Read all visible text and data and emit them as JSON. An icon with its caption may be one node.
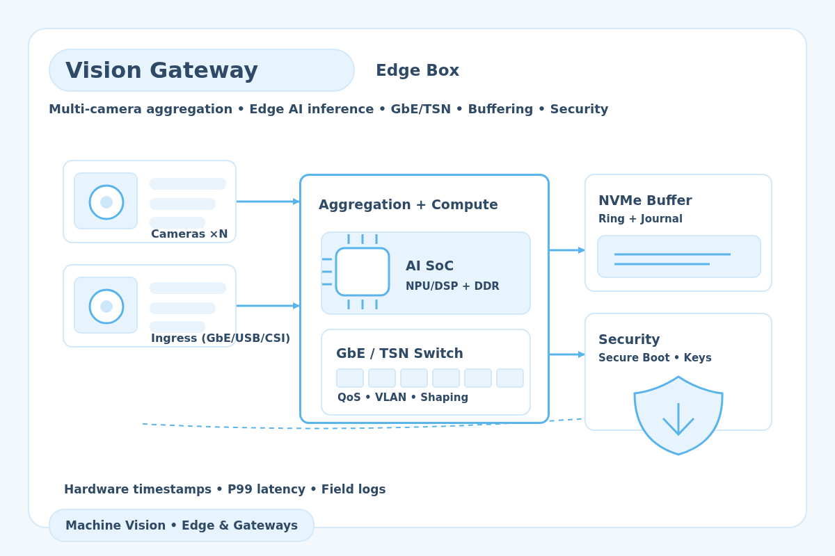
{
  "diagram": {
    "title": "Vision Gateway",
    "nodes": [
      {
        "text": [
          "Cameras ×N"
        ]
      },
      {
        "text": [
          "Ingress (GbE/USB/CSI)"
        ]
      },
      {
        "text": [
          "Aggregation + Compute"
        ]
      },
      {
        "text": [
          "AI SoC",
          "NPU/DSP + DDR"
        ],
        "in": 2
      },
      {
        "text": [
          "GbE / TSN Switch",
          "QoS • VLAN • Shaping"
        ],
        "in": 2
      },
      {
        "text": [
          "NVMe Buffer",
          "Ring + Journal"
        ]
      },
      {
        "text": [
          "Security",
          "Secure Boot • Keys"
        ]
      }
    ],
    "edges": [
      {
        "from": 0,
        "to": 2,
        "arrow": "to"
      },
      {
        "from": 1,
        "to": 2,
        "arrow": "to"
      },
      {
        "from": 2,
        "to": 5,
        "arrow": "to"
      },
      {
        "from": 2,
        "to": 6,
        "arrow": "to"
      }
    ],
    "labels": [
      "Edge Box",
      "Multi-camera aggregation • Edge AI inference • GbE/TSN • Buffering • Security",
      "Hardware timestamps • P99 latency • Field logs",
      "Machine Vision • Edge & Gateways"
    ]
  }
}
